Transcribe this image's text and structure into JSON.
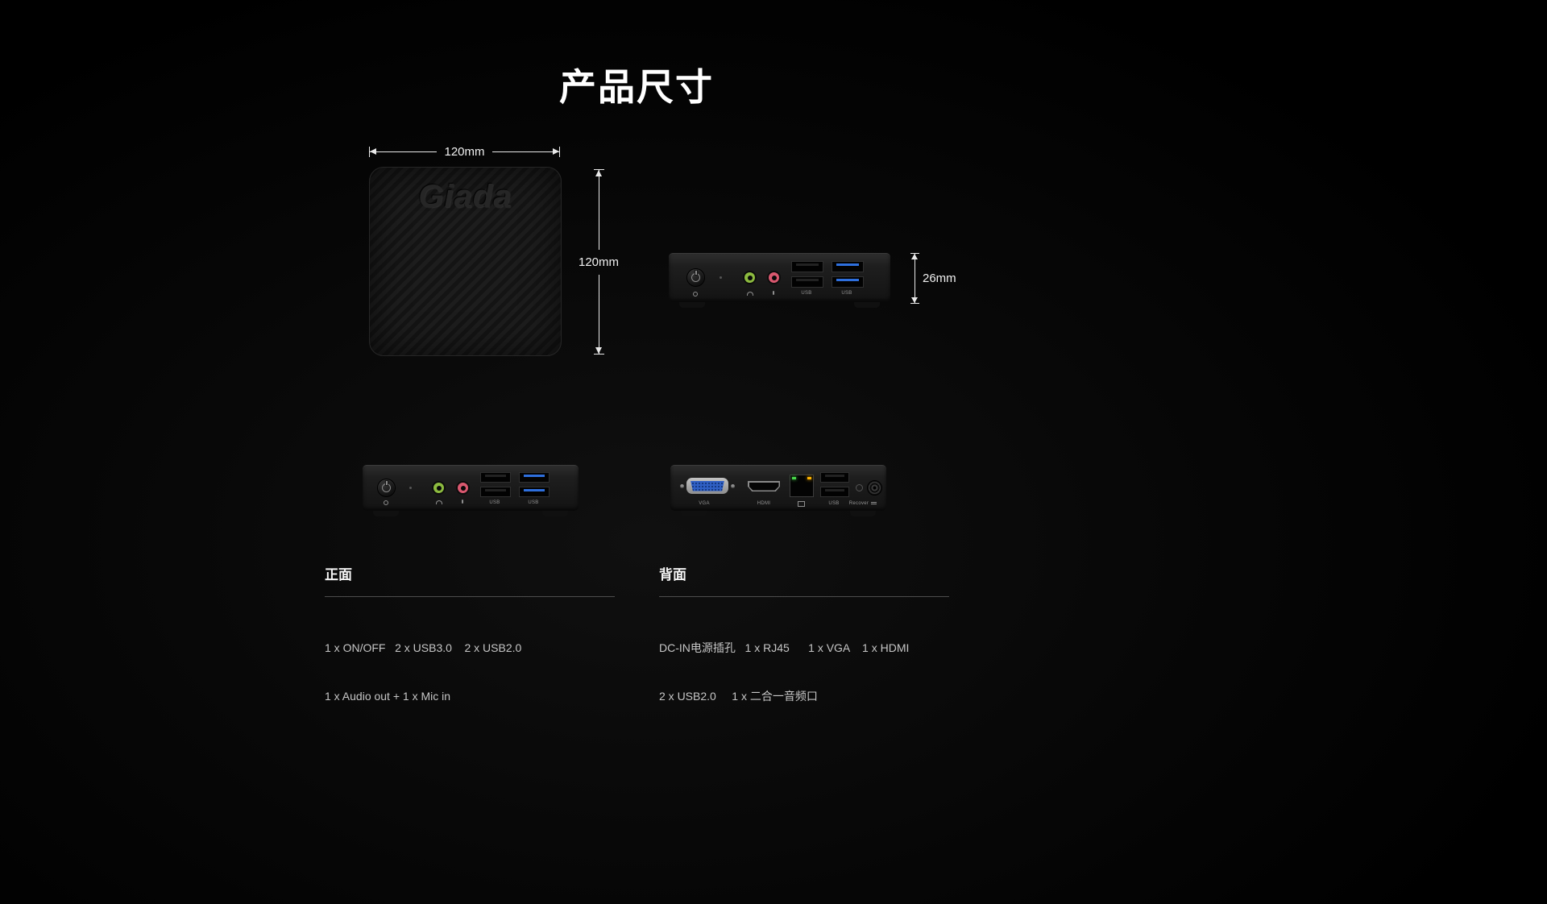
{
  "page": {
    "title": "产品尺寸",
    "brand_logo": "Giada"
  },
  "dimensions": {
    "top_width": "120mm",
    "top_depth": "120mm",
    "side_height": "26mm"
  },
  "ports": {
    "usb_label": "USB",
    "vga_label": "VGA",
    "hdmi_label": "HDMI",
    "recover_label": "Recover"
  },
  "sections": {
    "front": {
      "heading": "正面",
      "line1": "1 x ON/OFF   2 x USB3.0    2 x USB2.0",
      "line2": "1 x Audio out + 1 x Mic in"
    },
    "back": {
      "heading": "背面",
      "line1": "DC-IN电源插孔   1 x RJ45      1 x VGA    1 x HDMI",
      "line2": "2 x USB2.0     1 x 二合一音频口"
    }
  },
  "colors": {
    "usb3_blue": "#2e6fdd",
    "audio_out_green": "#8cba3f",
    "mic_in_pink": "#d9586f",
    "lan_led_green": "#49d84b",
    "lan_led_amber": "#ffb300",
    "vga_blue": "#2f5fc4"
  }
}
